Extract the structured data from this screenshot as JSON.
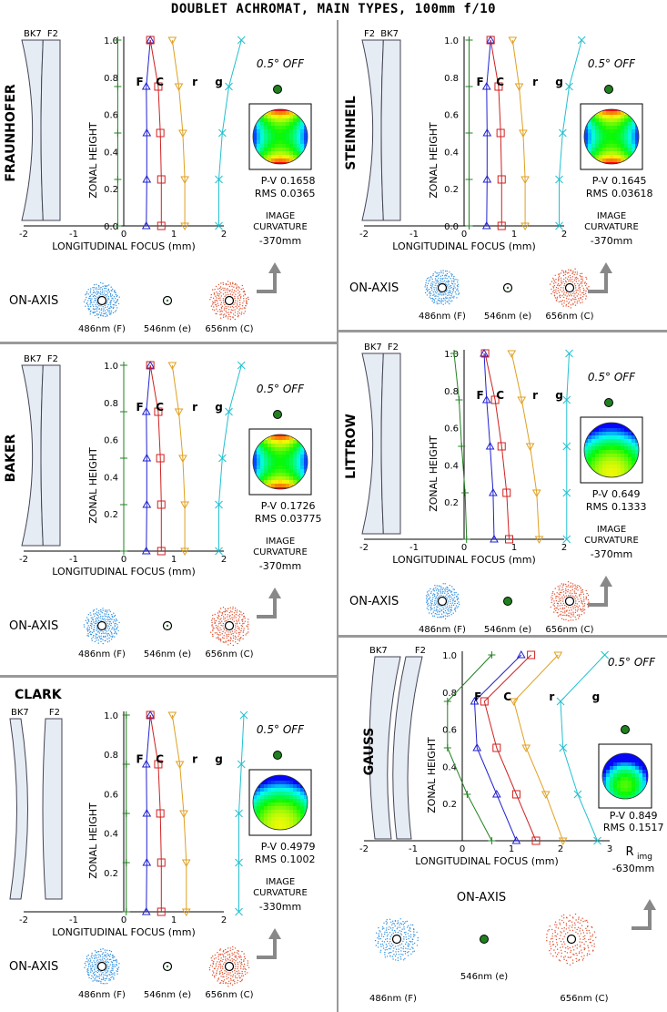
{
  "title": "DOUBLET ACHROMAT, MAIN TYPES, 100mm f/10",
  "common": {
    "y_axis_label": "ZONAL HEIGHT",
    "x_axis_label": "LONGITUDINAL FOCUS (mm)",
    "on_axis_label": "ON-AXIS",
    "off_axis_label": "0.5° OFF",
    "image_curvature_label": "IMAGE CURVATURE",
    "series_labels": [
      "F",
      "C",
      "r",
      "g"
    ],
    "wavelength_labels": [
      "486nm (F)",
      "546nm (e)",
      "656nm (C)"
    ],
    "glass_labels": [
      "BK7",
      "F2"
    ],
    "pv_prefix": "P-V",
    "rms_prefix": "RMS",
    "colors": {
      "F": "#2020d0",
      "C": "#d02020",
      "r": "#e0a020",
      "g": "#20c0d0",
      "e": "#208020"
    }
  },
  "panels": [
    {
      "name": "FRAUNHOFER",
      "glass_order": [
        "BK7",
        "F2"
      ],
      "wavefront_style": "saddle",
      "pv": "0.1658",
      "rms": "0.0365",
      "curvature": "-370mm",
      "chart_data": {
        "type": "line",
        "xlabel": "LONGITUDINAL FOCUS (mm)",
        "ylabel": "ZONAL HEIGHT",
        "xlim": [
          -2,
          2
        ],
        "ylim": [
          0,
          1
        ],
        "x_ticks": [
          "-2",
          "-1",
          "0",
          "1",
          "2"
        ],
        "y_ticks": [
          "0.0",
          "0.2",
          "0.4",
          "0.6",
          "0.8",
          "1.0"
        ],
        "y": [
          0,
          0.25,
          0.5,
          0.75,
          1.0
        ],
        "series": [
          {
            "name": "F",
            "x": [
              0.45,
              0.46,
              0.46,
              0.45,
              0.53
            ]
          },
          {
            "name": "C",
            "x": [
              0.75,
              0.75,
              0.73,
              0.69,
              0.53
            ]
          },
          {
            "name": "r",
            "x": [
              1.22,
              1.22,
              1.18,
              1.1,
              0.97
            ]
          },
          {
            "name": "g",
            "x": [
              1.9,
              1.9,
              1.97,
              2.1,
              2.35
            ]
          },
          {
            "name": "e",
            "x": [
              -0.12,
              -0.12,
              -0.12,
              -0.12,
              -0.12
            ]
          }
        ]
      }
    },
    {
      "name": "STEINHEIL",
      "glass_order": [
        "F2",
        "BK7"
      ],
      "wavefront_style": "saddle",
      "pv": "0.1645",
      "rms": "0.03618",
      "curvature": "-370mm",
      "chart_data": {
        "type": "line",
        "xlabel": "LONGITUDINAL FOCUS (mm)",
        "ylabel": "ZONAL HEIGHT",
        "xlim": [
          -2,
          2
        ],
        "ylim": [
          0,
          1
        ],
        "x_ticks": [
          "-2",
          "-1",
          "0",
          "1",
          "2"
        ],
        "y_ticks": [
          "0.0",
          "0.2",
          "0.4",
          "0.6",
          "0.8",
          "1.0"
        ],
        "y": [
          0,
          0.25,
          0.5,
          0.75,
          1.0
        ],
        "series": [
          {
            "name": "F",
            "x": [
              0.45,
              0.46,
              0.46,
              0.45,
              0.53
            ]
          },
          {
            "name": "C",
            "x": [
              0.75,
              0.75,
              0.73,
              0.69,
              0.53
            ]
          },
          {
            "name": "r",
            "x": [
              1.22,
              1.22,
              1.18,
              1.1,
              0.97
            ]
          },
          {
            "name": "g",
            "x": [
              1.9,
              1.9,
              1.97,
              2.1,
              2.35
            ]
          },
          {
            "name": "e",
            "x": [
              0.1,
              0.1,
              0.1,
              0.1,
              0.1
            ]
          }
        ]
      }
    },
    {
      "name": "BAKER",
      "glass_order": [
        "BK7",
        "F2"
      ],
      "wavefront_style": "saddle",
      "pv": "0.1726",
      "rms": "0.03775",
      "curvature": "-370mm",
      "chart_data": {
        "type": "line",
        "xlabel": "LONGITUDINAL FOCUS (mm)",
        "ylabel": "ZONAL HEIGHT",
        "xlim": [
          -2,
          2
        ],
        "ylim": [
          0,
          1
        ],
        "x_ticks": [
          "-2",
          "-1",
          "0",
          "1",
          "2"
        ],
        "y_ticks": [
          "0.2",
          "0.4",
          "0.6",
          "0.8",
          "1.0"
        ],
        "y": [
          0,
          0.25,
          0.5,
          0.75,
          1.0
        ],
        "series": [
          {
            "name": "F",
            "x": [
              0.45,
              0.46,
              0.46,
              0.45,
              0.53
            ]
          },
          {
            "name": "C",
            "x": [
              0.75,
              0.75,
              0.73,
              0.69,
              0.53
            ]
          },
          {
            "name": "r",
            "x": [
              1.22,
              1.22,
              1.18,
              1.1,
              0.97
            ]
          },
          {
            "name": "g",
            "x": [
              1.9,
              1.9,
              1.97,
              2.1,
              2.35
            ]
          },
          {
            "name": "e",
            "x": [
              0,
              0,
              0,
              0,
              0
            ]
          }
        ]
      }
    },
    {
      "name": "LITTROW",
      "glass_order": [
        "BK7",
        "F2"
      ],
      "wavefront_style": "bowl",
      "pv": "0.649",
      "rms": "0.1333",
      "curvature": "-370mm",
      "chart_data": {
        "type": "line",
        "xlabel": "LONGITUDINAL FOCUS (mm)",
        "ylabel": "ZONAL HEIGHT",
        "xlim": [
          -2,
          2
        ],
        "ylim": [
          0,
          1
        ],
        "x_ticks": [
          "-2",
          "-1",
          "0",
          "1",
          "2"
        ],
        "y_ticks": [
          "0.2",
          "0.4",
          "0.6",
          "0.8",
          "1.0"
        ],
        "y": [
          0,
          0.25,
          0.5,
          0.75,
          1.0
        ],
        "series": [
          {
            "name": "F",
            "x": [
              0.6,
              0.58,
              0.52,
              0.45,
              0.4
            ]
          },
          {
            "name": "C",
            "x": [
              0.9,
              0.85,
              0.75,
              0.62,
              0.42
            ]
          },
          {
            "name": "r",
            "x": [
              1.5,
              1.45,
              1.32,
              1.15,
              0.95
            ]
          },
          {
            "name": "g",
            "x": [
              2.05,
              2.05,
              2.05,
              2.05,
              2.1
            ]
          },
          {
            "name": "e",
            "x": [
              0.05,
              0.02,
              -0.05,
              -0.1,
              -0.2
            ]
          }
        ]
      }
    },
    {
      "name": "CLARK",
      "glass_order": [
        "BK7",
        "F2"
      ],
      "wavefront_style": "bowl",
      "pv": "0.4979",
      "rms": "0.1002",
      "curvature": "-330mm",
      "chart_data": {
        "type": "line",
        "xlabel": "LONGITUDINAL FOCUS (mm)",
        "ylabel": "ZONAL HEIGHT",
        "xlim": [
          -2,
          2
        ],
        "ylim": [
          0,
          1
        ],
        "x_ticks": [
          "-2",
          "-1",
          "0",
          "1",
          "2"
        ],
        "y_ticks": [
          "0.2",
          "0.4",
          "0.6",
          "0.8",
          "1.0"
        ],
        "y": [
          0,
          0.25,
          0.5,
          0.75,
          1.0
        ],
        "series": [
          {
            "name": "F",
            "x": [
              0.45,
              0.46,
              0.46,
              0.45,
              0.53
            ]
          },
          {
            "name": "C",
            "x": [
              0.75,
              0.75,
              0.73,
              0.69,
              0.53
            ]
          },
          {
            "name": "r",
            "x": [
              1.25,
              1.25,
              1.2,
              1.12,
              0.97
            ]
          },
          {
            "name": "g",
            "x": [
              2.3,
              2.3,
              2.3,
              2.35,
              2.4
            ]
          },
          {
            "name": "e",
            "x": [
              0.05,
              0.05,
              0.05,
              0.05,
              0.05
            ]
          }
        ]
      }
    },
    {
      "name": "GAUSS",
      "glass_order": [
        "BK7",
        "F2"
      ],
      "wavefront_style": "smile",
      "pv": "0.849",
      "rms": "0.1517",
      "curvature": "-630mm",
      "curvature_symbol": "R",
      "curvature_subscript": "img",
      "chart_data": {
        "type": "line",
        "xlabel": "LONGITUDINAL FOCUS (mm)",
        "ylabel": "ZONAL HEIGHT",
        "xlim": [
          -2,
          3
        ],
        "ylim": [
          0,
          1
        ],
        "x_ticks": [
          "-2",
          "-1",
          "0",
          "1",
          "2",
          "3"
        ],
        "y_ticks": [
          "0.2",
          "0.4",
          "0.6",
          "0.8",
          "1.0"
        ],
        "y": [
          0,
          0.25,
          0.5,
          0.75,
          1.0
        ],
        "series": [
          {
            "name": "F",
            "x": [
              1.1,
              0.7,
              0.3,
              0.25,
              1.2
            ]
          },
          {
            "name": "C",
            "x": [
              1.5,
              1.1,
              0.7,
              0.45,
              1.4
            ]
          },
          {
            "name": "r",
            "x": [
              2.05,
              1.7,
              1.3,
              1.05,
              1.95
            ]
          },
          {
            "name": "g",
            "x": [
              2.75,
              2.35,
              2.05,
              2.0,
              2.9
            ]
          },
          {
            "name": "e",
            "x": [
              0.6,
              0.1,
              -0.3,
              -0.3,
              0.6
            ]
          }
        ]
      }
    }
  ]
}
